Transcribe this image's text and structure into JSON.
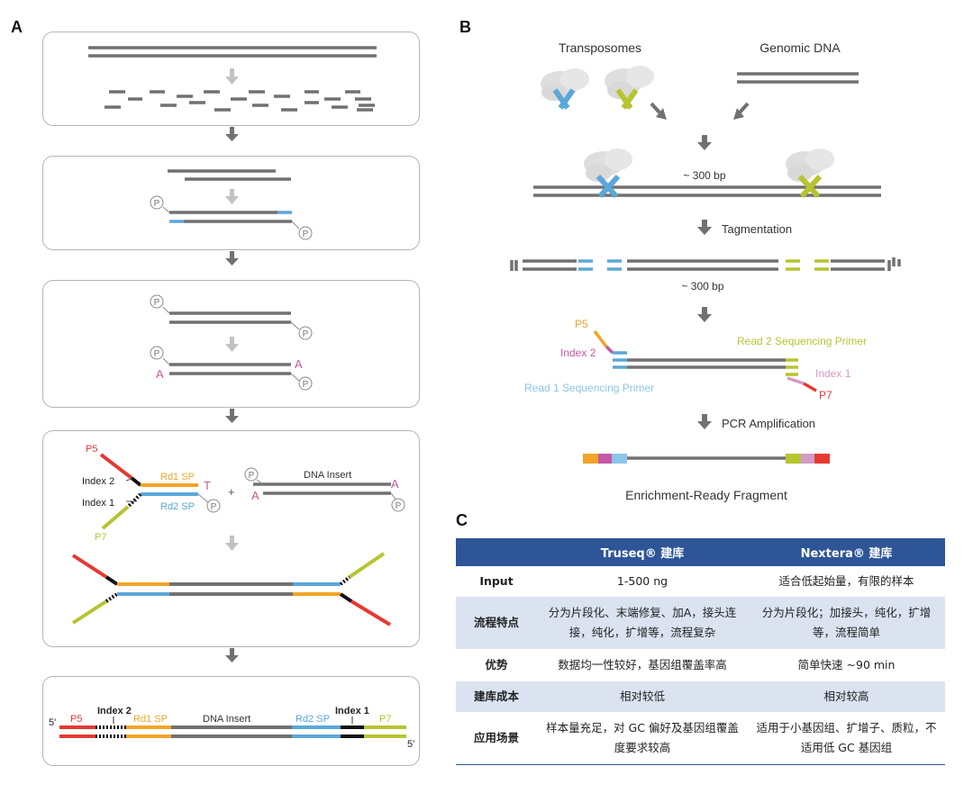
{
  "panels": {
    "a": "A",
    "b": "B",
    "c": "C"
  },
  "panel_a": {
    "p_symbol": "P",
    "a_base": "A",
    "t_base": "T",
    "adapter": {
      "p5": "P5",
      "index2": "Index 2",
      "rd1sp": "Rd1 SP",
      "index1": "Index 1",
      "rd2sp": "Rd2 SP",
      "p7": "P7",
      "plus": "+",
      "dna_insert": "DNA Insert"
    },
    "final": {
      "five_prime_left": "5'",
      "five_prime_right": "5'",
      "p5": "P5",
      "index2": "Index 2",
      "rd1sp": "Rd1 SP",
      "dna_insert": "DNA Insert",
      "rd2sp": "Rd2 SP",
      "index1": "Index 1",
      "p7": "P7"
    }
  },
  "panel_b": {
    "transposomes": "Transposomes",
    "genomic_dna": "Genomic DNA",
    "size_1": "~ 300 bp",
    "tagmentation": "Tagmentation",
    "size_2": "~ 300 bp",
    "p5": "P5",
    "index2": "Index 2",
    "read2_primer": "Read 2 Sequencing Primer",
    "index1": "Index 1",
    "read1_primer": "Read 1 Sequencing Primer",
    "p7": "P7",
    "pcr": "PCR Amplification",
    "fragment": "Enrichment-Ready Fragment"
  },
  "colors": {
    "dna_gray": "#717171",
    "light_gray_arrow": "#c2c2c2",
    "blue": "#5ba7d8",
    "orange": "#f2a428",
    "red": "#e53a32",
    "lime": "#b7c431",
    "black": "#111111",
    "magenta": "#c458a4",
    "pink": "#d39ac6",
    "header_blue": "#2e5597",
    "alt_row": "#dbe3f1"
  },
  "table": {
    "headers": [
      "",
      "Truseq® 建库",
      "Nextera® 建库"
    ],
    "rows": [
      {
        "label": "Input",
        "truseq": "1-500 ng",
        "nextera": "适合低起始量，有限的样本"
      },
      {
        "label": "流程特点",
        "truseq": "分为片段化、末端修复、加A，接头连接，纯化，扩增等，流程复杂",
        "nextera": "分为片段化；加接头，纯化，扩增等，流程简单"
      },
      {
        "label": "优势",
        "truseq": "数据均一性较好，基因组覆盖率高",
        "nextera": "简单快速 ~90 min"
      },
      {
        "label": "建库成本",
        "truseq": "相对较低",
        "nextera": "相对较高"
      },
      {
        "label": "应用场景",
        "truseq": "样本量充足，对 GC 偏好及基因组覆盖度要求较高",
        "nextera": "适用于小基因组、扩增子、质粒，不适用低 GC 基因组"
      }
    ]
  }
}
